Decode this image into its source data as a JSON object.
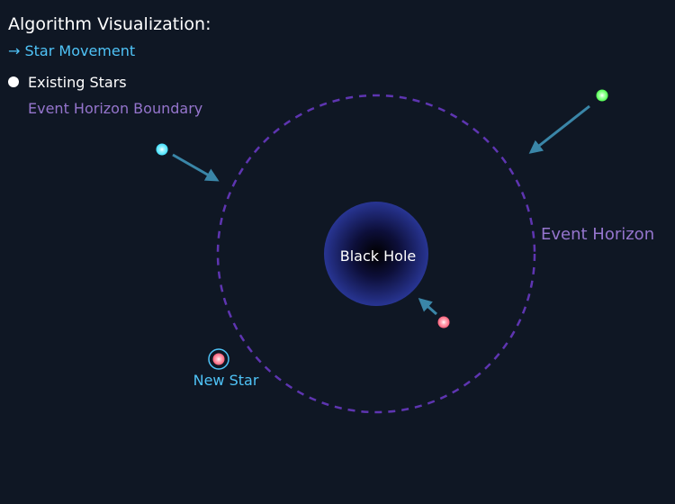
{
  "legend": {
    "title": "Algorithm Visualization:",
    "movement": "→ Star Movement",
    "existing_stars": "Existing Stars",
    "boundary": "Event Horizon Boundary"
  },
  "diagram": {
    "black_hole_label": "Black Hole",
    "event_horizon_label": "Event Horizon",
    "new_star_label": "New Star"
  },
  "colors": {
    "background": "#0f1724",
    "legend_text": "#ffffff",
    "movement": "#4fc3f7",
    "boundary": "#9575cd",
    "horizon_circle": "#5e35b1",
    "arrow": "#3a86a8",
    "black_hole_edge": "#283593",
    "star_cyan": "#40e0ff",
    "star_green": "#4cff4c",
    "star_red": "#ff5f7a"
  }
}
